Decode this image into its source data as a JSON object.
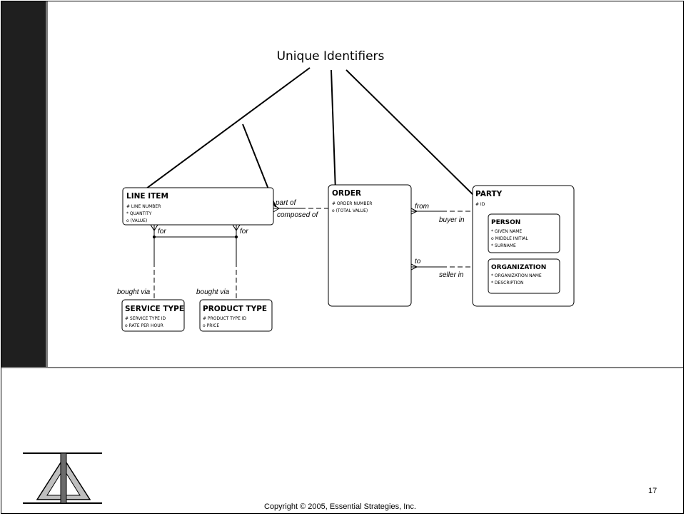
{
  "title": "Unique Identifiers",
  "entities": {
    "line_item": {
      "name": "LINE ITEM",
      "attributes": [
        "# LINE NUMBER",
        "* QUANTITY",
        "o (VALUE)"
      ]
    },
    "order": {
      "name": "ORDER",
      "attributes": [
        "# ORDER NUMBER",
        "o (TOTAL VALUE)"
      ]
    },
    "party": {
      "name": "PARTY",
      "attributes": [
        "# ID"
      ]
    },
    "person": {
      "name": "PERSON",
      "attributes": [
        "* GIVEN NAME",
        "o MIDDLE INITIAL",
        "* SURNAME"
      ]
    },
    "organization": {
      "name": "ORGANIZATION",
      "attributes": [
        "* ORGANIZATION NAME",
        "* DESCRIPTION"
      ]
    },
    "service_type": {
      "name": "SERVICE TYPE",
      "attributes": [
        "# SERVICE TYPE ID",
        "o RATE PER HOUR"
      ]
    },
    "product_type": {
      "name": "PRODUCT TYPE",
      "attributes": [
        "# PRODUCT TYPE ID",
        "o PRICE"
      ]
    }
  },
  "relationships": {
    "line_item_order": {
      "from_label": "part of",
      "to_label": "composed of"
    },
    "order_party_buyer": {
      "from_label": "from",
      "to_label": "buyer in"
    },
    "order_party_seller": {
      "from_label": "to",
      "to_label": "seller in"
    },
    "line_item_service": {
      "from_label": "for",
      "to_label": "bought via"
    },
    "line_item_product": {
      "from_label": "for",
      "to_label": "bought via"
    }
  },
  "footer": {
    "copyright": "Copyright © 2005, Essential Strategies, Inc.",
    "page_number": "17"
  }
}
